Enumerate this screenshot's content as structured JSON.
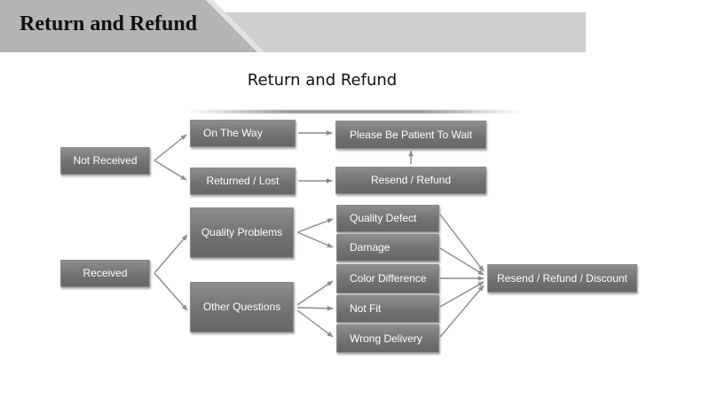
{
  "header": {
    "title": "Return and Refund"
  },
  "subtitle": "Return and Refund",
  "colors": {
    "node_fill_top": "#8e8e8e",
    "node_fill_bottom": "#666666",
    "node_text": "#ffffff",
    "connector": "#8c8c8c",
    "header_band": "#b3b3b3",
    "header_band_light": "#cfcfcf"
  },
  "nodes": {
    "not_received": "Not Received",
    "on_the_way": "On The Way",
    "returned_lost": "Returned / Lost",
    "please_wait": "Please Be Patient To Wait",
    "resend_refund": "Resend / Refund",
    "received": "Received",
    "quality_problems": "Quality Problems",
    "other_questions": "Other Questions",
    "quality_defect": "Quality Defect",
    "damage": "Damage",
    "color_difference": "Color Difference",
    "not_fit": "Not Fit",
    "wrong_delivery": "Wrong Delivery",
    "resend_refund_discount": "Resend / Refund / Discount"
  }
}
